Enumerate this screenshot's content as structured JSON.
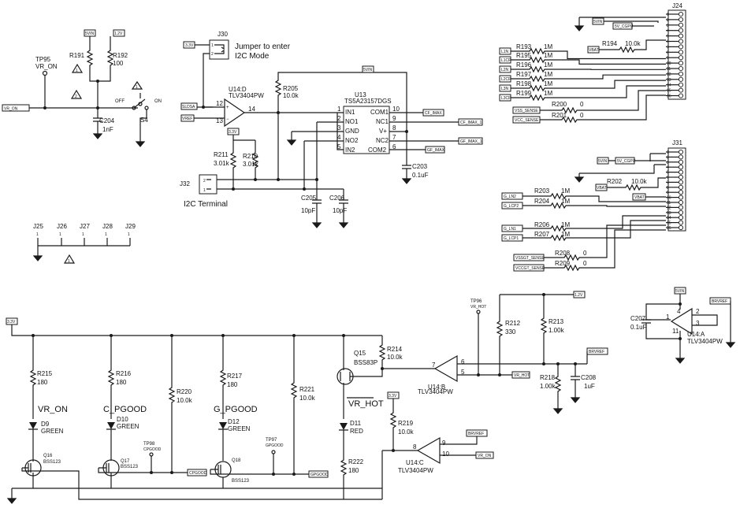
{
  "nets": {
    "v33": "3.3V",
    "v5": "5VIN",
    "v12": "1.2V",
    "vr_on": "VR_ON",
    "sldsa": "SLDSA",
    "vref": "VREF",
    "cf_imax": "CF_IMAX",
    "cf_imax_1": "CF_IMAX_1",
    "gf_imax": "GF_IMAX",
    "gf_imax_1": "GF_IMAX_1",
    "v5_cgpu": "5V_CGPU",
    "vbat": "VBAT",
    "l1n": "L1N",
    "l1cp": "L1CP",
    "l2n": "L2N",
    "l2cp": "L2CP",
    "l3n": "L3N",
    "l3cp": "L3CP",
    "vss_sense": "VSS_SENSE",
    "vcc_sense": "VCC_SENSE",
    "g_ln2": "G_LN2",
    "g_lcp2": "G_LCP2",
    "g_ln1": "G_LN1",
    "g_lcp1": "G_LCP1",
    "vssgt_sense": "VSSGT_SENSE",
    "vccgt_sense": "VCCGT_SENSE",
    "vr_hot": "VR_HOT",
    "brvref": "BRVREF",
    "cpgood": "CPGOOD",
    "gpgood": "GPGOOD"
  },
  "top_left": {
    "tp95": "TP95",
    "tp95_net": "VR_ON",
    "r191": "R191",
    "r192": "R192",
    "r192_val": "100",
    "c204": "C204",
    "c204_val": "1nF",
    "s4": "S4",
    "off": "OFF",
    "on": "ON",
    "warn_n1": "1",
    "warn_n2": "2"
  },
  "i2c": {
    "j30": "J30",
    "jumper_1": "Jumper to enter",
    "jumper_2": "I2C Mode",
    "u14d": "U14:D",
    "u14d_part": "TLV3404PW",
    "pin12": "12",
    "pin13": "13",
    "pin14": "14",
    "r205": "R205",
    "r205_val": "10.0k",
    "u13": "U13",
    "u13_part": "TS5A23157DGS",
    "u13_left_pins": [
      "1",
      "2",
      "3",
      "4",
      "5"
    ],
    "u13_left_names": [
      "IN1",
      "NO1",
      "GND",
      "NO2",
      "IN2"
    ],
    "u13_right_pins": [
      "10",
      "9",
      "8",
      "7",
      "6"
    ],
    "u13_right_names": [
      "COM1",
      "NC1",
      "V+",
      "NC2",
      "COM2"
    ],
    "r211": "R211",
    "r211_val": "3.01k",
    "r210": "R210",
    "r210_val": "3.01k",
    "c203": "C203",
    "c203_val": "0.1uF",
    "c205": "C205",
    "c205_val": "10pF",
    "c206": "C206",
    "c206_val": "10pF",
    "j32": "J32",
    "i2c_terminal": "I2C Terminal",
    "pin1": "1",
    "pin2": "2"
  },
  "j24": {
    "label": "J24",
    "pins": [
      "1",
      "2",
      "3",
      "4",
      "5",
      "6",
      "7",
      "8",
      "9",
      "10",
      "11",
      "12",
      "13",
      "14",
      "15",
      "16"
    ],
    "resistors": [
      {
        "ref": "R193",
        "val": "1M"
      },
      {
        "ref": "R195",
        "val": "1M"
      },
      {
        "ref": "R196",
        "val": "1M"
      },
      {
        "ref": "R197",
        "val": "1M"
      },
      {
        "ref": "R198",
        "val": "1M"
      },
      {
        "ref": "R199",
        "val": "1M"
      }
    ],
    "r194": "R194",
    "r194_val": "10.0k",
    "r200": "R200",
    "r200_val": "0",
    "r201": "R201",
    "r201_val": "0"
  },
  "j31": {
    "label": "J31",
    "pins": [
      "1",
      "2",
      "3",
      "4",
      "5",
      "6",
      "7",
      "8",
      "9",
      "10",
      "11",
      "12",
      "13",
      "14",
      "15",
      "16"
    ],
    "r202": "R202",
    "r202_val": "10.0k",
    "r203": "R203",
    "r203_val": "1M",
    "r204": "R204",
    "r204_val": "1M",
    "r206": "R206",
    "r206_val": "1M",
    "r207": "R207",
    "r207_val": "1M",
    "r208": "R208",
    "r208_val": "0",
    "r209": "R209",
    "r209_val": "0"
  },
  "headers": [
    "J25",
    "J26",
    "J27",
    "J28",
    "J29"
  ],
  "header_pin": "1",
  "warn_mark": "1",
  "u14a": {
    "label": "U14:A",
    "part": "TLV3404PW",
    "c207": "C207",
    "c207_val": "0.1uF",
    "pin1": "1",
    "pin2": "2",
    "pin3": "3",
    "pin4": "4",
    "pin11": "11"
  },
  "bottom": {
    "r215": "R215",
    "r215_val": "180",
    "vr_on_label": "VR_ON",
    "d9": "D9",
    "d9_color": "GREEN",
    "q16": "Q16",
    "q16_part": "BSS123",
    "r216": "R216",
    "r216_val": "180",
    "c_pgood": "C_PGOOD",
    "d10": "D10",
    "d10_color": "GREEN",
    "q17": "Q17",
    "q17_part": "BSS123",
    "tp98": "TP98",
    "tp98_net": "CPGOOD",
    "r220": "R220",
    "r220_val": "10.0k",
    "r217": "R217",
    "r217_val": "180",
    "g_pgood": "G_PGOOD",
    "d12": "D12",
    "d12_color": "GREEN",
    "q18": "Q18",
    "q18_part": "BSS123",
    "tp97": "TP97",
    "tp97_net": "GPGOOD",
    "r221": "R221",
    "r221_val": "10.0k",
    "vr_hot_label": "VR_HOT",
    "d11": "D11",
    "d11_color": "RED",
    "r222": "R222",
    "r222_val": "180",
    "q15": "Q15",
    "q15_part": "BSS83P",
    "r214": "R214",
    "r214_val": "10.0k",
    "u14b": "U14:B",
    "u14b_part": "TLV3404PW",
    "pin5": "5",
    "pin6": "6",
    "pin7": "7",
    "tp96": "TP96",
    "tp96_net": "VR_HOT",
    "r212": "R212",
    "r212_val": "330",
    "r213": "R213",
    "r213_val": "1.00k",
    "r218": "R218",
    "r218_val": "1.00k",
    "c208": "C208",
    "c208_val": "1uF",
    "r219": "R219",
    "r219_val": "10.0k",
    "u14c": "U14:C",
    "u14c_part": "TLV3404PW",
    "pin8": "8",
    "pin9": "9",
    "pin10": "10"
  }
}
